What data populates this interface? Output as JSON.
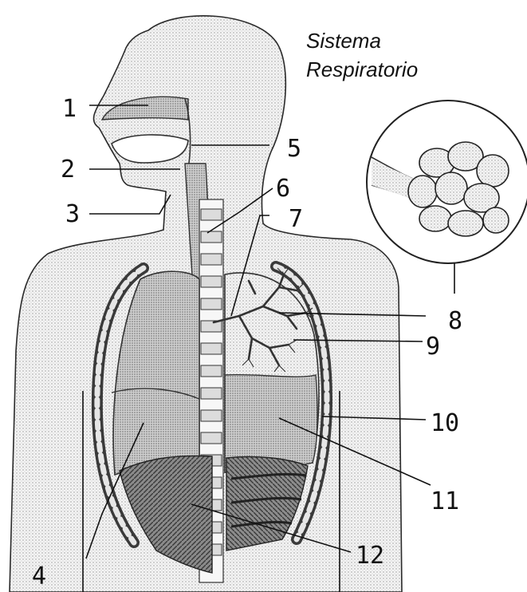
{
  "title": {
    "line1": "Sistema",
    "line2": "Respiratorio"
  },
  "labels": [
    "1",
    "2",
    "3",
    "4",
    "5",
    "6",
    "7",
    "8",
    "9",
    "10",
    "11",
    "12"
  ]
}
